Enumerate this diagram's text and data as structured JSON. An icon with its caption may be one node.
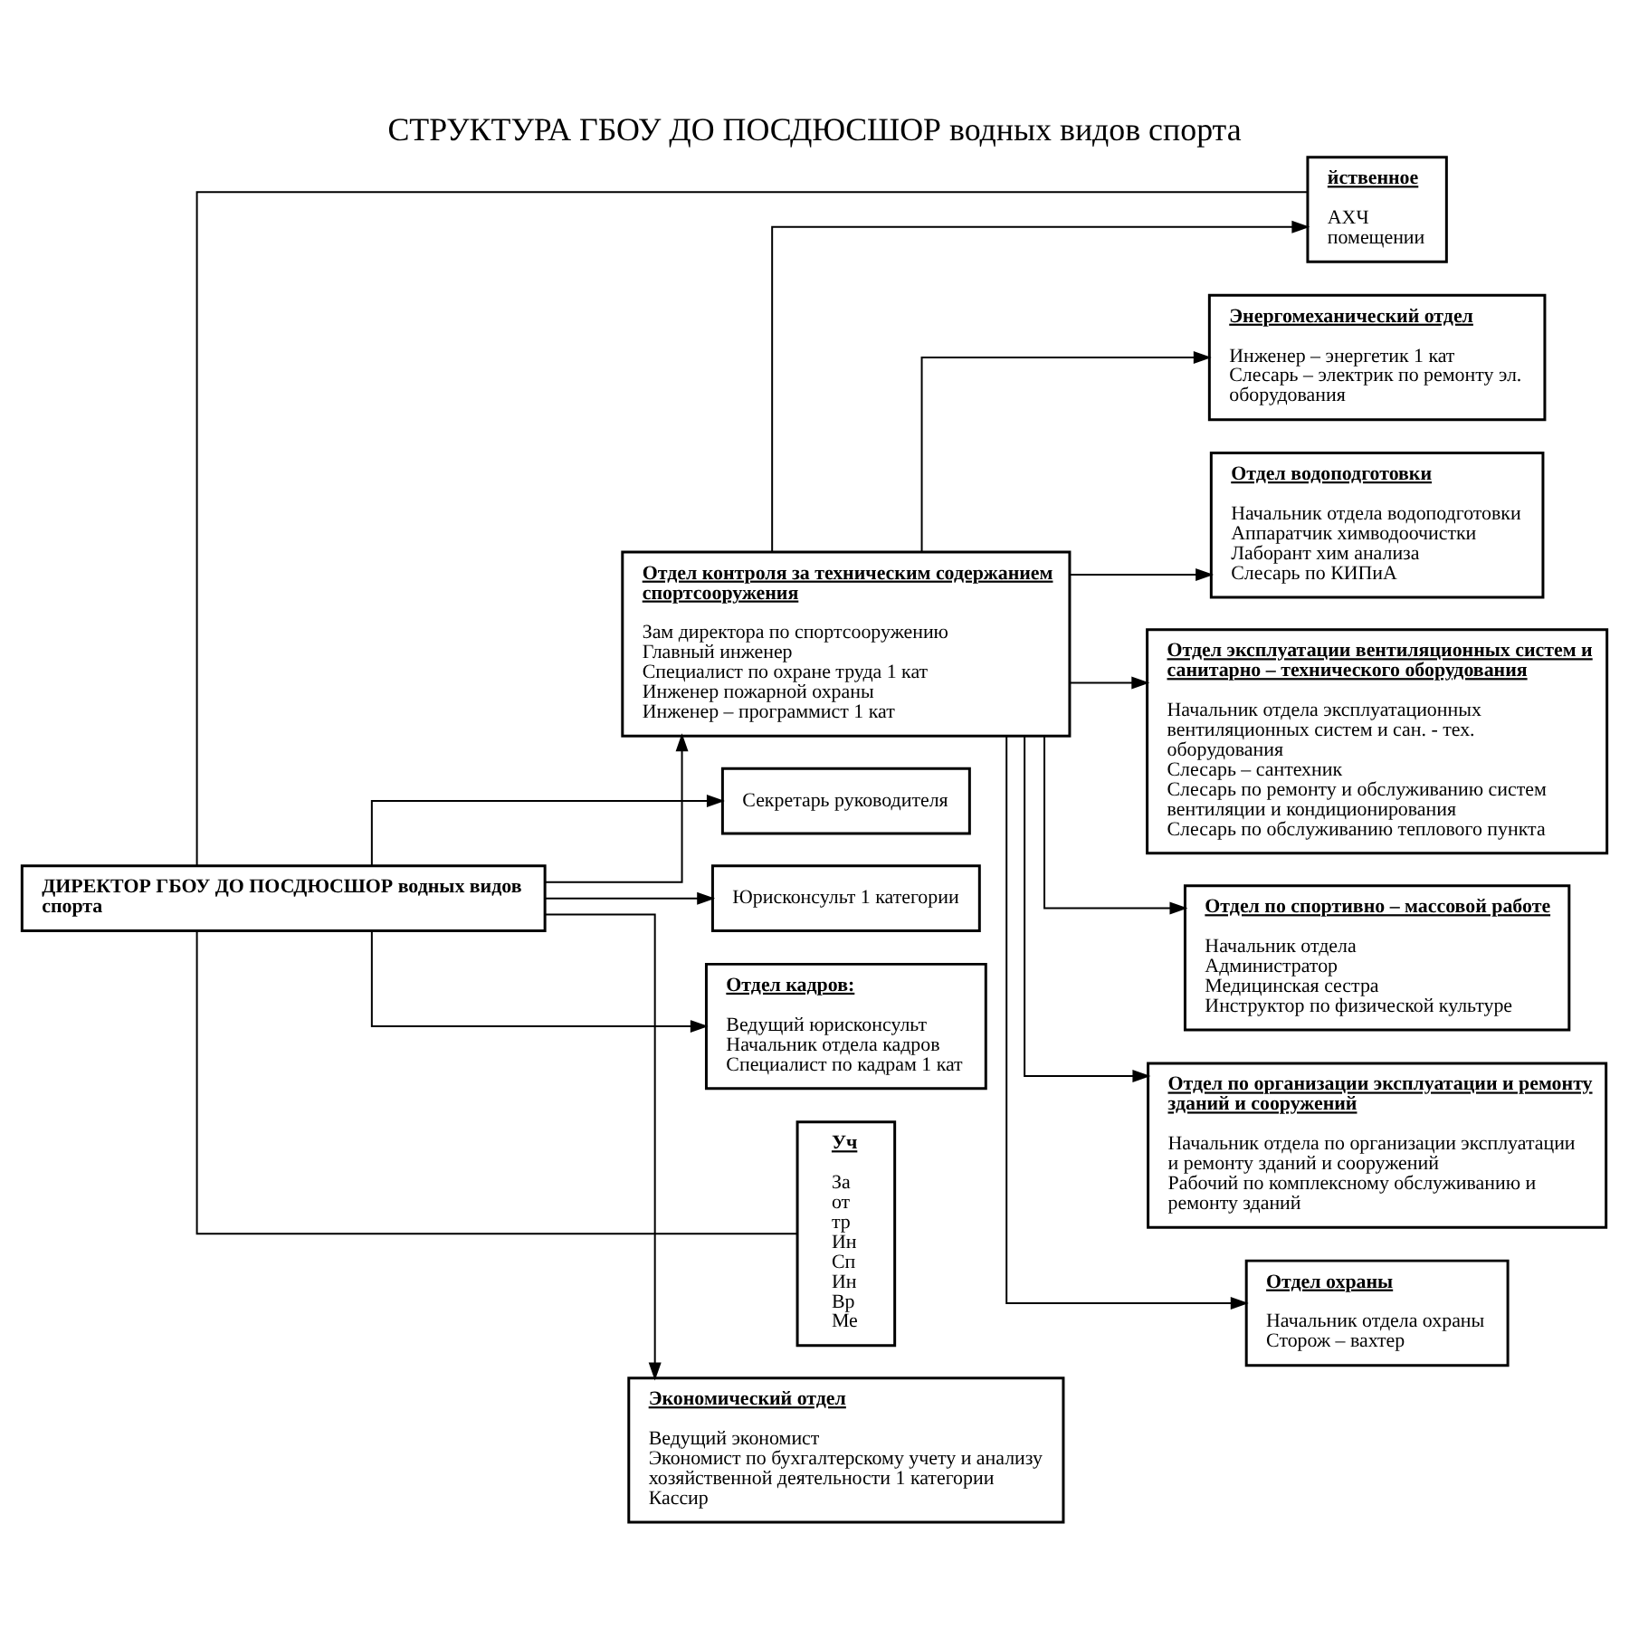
{
  "diagram": {
    "title": "СТРУКТУРА ГБОУ ДО ПОСДЮСШОР водных видов спорта",
    "nodes": [
      {
        "text": [
          "ДИРЕКТОР ГБОУ ДО ПОСДЮСШОР водных видов спорта"
        ]
      },
      {
        "text": [
          "йственное",
          "АХЧ",
          "помещении"
        ]
      },
      {
        "text": [
          "Отдел контроля за техническим содержанием спортсооружения",
          "Зам директора по спортсооружению",
          "Главный инженер",
          "Специалист по охране труда 1 кат",
          "Инженер пожарной охраны",
          "Инженер – программист 1 кат"
        ]
      },
      {
        "text": [
          "Секретарь руководителя"
        ]
      },
      {
        "text": [
          "Юрисконсульт 1 категории"
        ]
      },
      {
        "text": [
          "Отдел кадров:",
          "Ведущий юрисконсульт",
          "Начальник отдела кадров",
          "Специалист по кадрам 1 кат"
        ]
      },
      {
        "text": [
          "Уч",
          "За",
          "от",
          "тр",
          "Ин",
          "Сп",
          "Ин",
          "Вр",
          "Ме"
        ]
      },
      {
        "text": [
          "Энергомеханический отдел",
          "Инженер – энергетик 1 кат",
          "Слесарь – электрик по ремонту эл. оборудования"
        ]
      },
      {
        "text": [
          "Отдел водоподготовки",
          "Начальник отдела водоподготовки",
          "Аппаратчик химводоочистки",
          "Лаборант хим анализа",
          "Слесарь по КИПиА"
        ]
      },
      {
        "text": [
          "Отдел эксплуатации вентиляционных систем и санитарно – технического оборудования",
          "Начальник отдела эксплуатационных вентиляционных систем и сан. - тех. оборудования",
          "Слесарь – сантехник",
          "Слесарь по ремонту и обслуживанию систем вентиляции и кондиционирования",
          "Слесарь по обслуживанию теплового пункта"
        ]
      },
      {
        "text": [
          "Отдел по спортивно – массовой работе",
          "Начальник отдела",
          "Администратор",
          "Медицинская сестра",
          "Инструктор по физической культуре"
        ]
      },
      {
        "text": [
          "Экономический отдел",
          "Ведущий экономист",
          "Экономист по бухгалтерскому учету и анализу хозяйственной деятельности 1 категории",
          "Кассир"
        ]
      },
      {
        "text": [
          "Отдел по организации эксплуатации и ремонту зданий и сооружений",
          "Начальник отдела по организации эксплуатации и ремонту зданий и сооружений",
          "Рабочий по комплексному обслуживанию и ремонту зданий"
        ]
      },
      {
        "text": [
          "Отдел охраны",
          "Начальник отдела охраны",
          "Сторож – вахтер"
        ]
      }
    ],
    "edges": [
      {
        "from": 0,
        "to": 1,
        "arrow": "none"
      },
      {
        "from": 0,
        "to": 2,
        "arrow": "to"
      },
      {
        "from": 0,
        "to": 3,
        "arrow": "to"
      },
      {
        "from": 0,
        "to": 4,
        "arrow": "to"
      },
      {
        "from": 0,
        "to": 5,
        "arrow": "to"
      },
      {
        "from": 0,
        "to": 11,
        "arrow": "to"
      },
      {
        "from": 0,
        "to": 6,
        "arrow": "none"
      },
      {
        "from": 2,
        "to": 1,
        "arrow": "to"
      },
      {
        "from": 2,
        "to": 7,
        "arrow": "to"
      },
      {
        "from": 2,
        "to": 9,
        "arrow": "to"
      },
      {
        "from": 2,
        "to": 12,
        "arrow": "to"
      },
      {
        "from": 2,
        "to": 13,
        "arrow": "to"
      },
      {
        "from": 2,
        "to": 8,
        "arrow": "to"
      },
      {
        "from": 2,
        "to": 10,
        "arrow": "to"
      }
    ]
  }
}
